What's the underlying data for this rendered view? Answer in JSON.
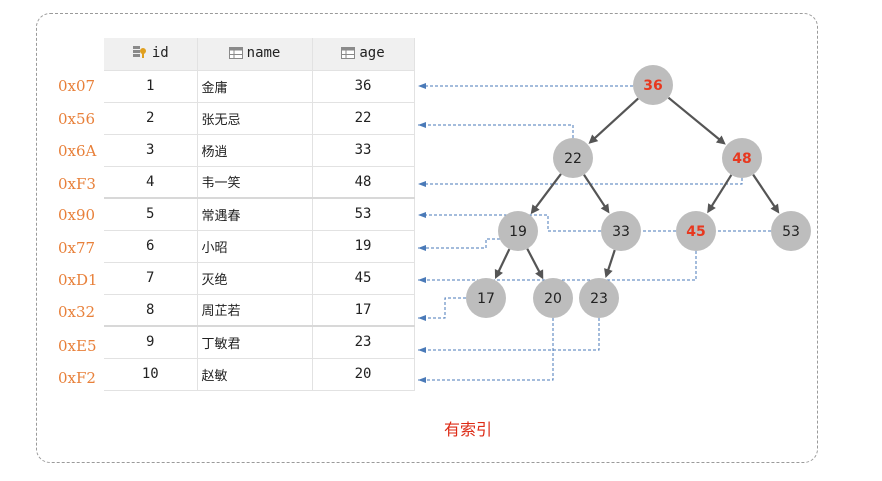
{
  "table": {
    "headers": {
      "id": "id",
      "name": "name",
      "age": "age"
    },
    "header_icons": {
      "id": "key-column-icon",
      "name": "column-icon",
      "age": "column-icon"
    },
    "rows": [
      {
        "addr": "0x07",
        "id": "1",
        "name": "金庸",
        "age": "36"
      },
      {
        "addr": "0x56",
        "id": "2",
        "name": "张无忌",
        "age": "22"
      },
      {
        "addr": "0x6A",
        "id": "3",
        "name": "杨逍",
        "age": "33"
      },
      {
        "addr": "0xF3",
        "id": "4",
        "name": "韦一笑",
        "age": "48"
      },
      {
        "addr": "0x90",
        "id": "5",
        "name": "常遇春",
        "age": "53"
      },
      {
        "addr": "0x77",
        "id": "6",
        "name": "小昭",
        "age": "19"
      },
      {
        "addr": "0xD1",
        "id": "7",
        "name": "灭绝",
        "age": "45"
      },
      {
        "addr": "0x32",
        "id": "8",
        "name": "周芷若",
        "age": "17"
      },
      {
        "addr": "0xE5",
        "id": "9",
        "name": "丁敏君",
        "age": "23"
      },
      {
        "addr": "0xF2",
        "id": "10",
        "name": "赵敏",
        "age": "20"
      }
    ]
  },
  "tree": {
    "nodes": [
      {
        "key": "36",
        "row": 1,
        "red": true
      },
      {
        "key": "22",
        "row": 2,
        "red": false
      },
      {
        "key": "48",
        "row": 4,
        "red": true
      },
      {
        "key": "19",
        "row": 6,
        "red": false
      },
      {
        "key": "33",
        "row": 3,
        "red": false
      },
      {
        "key": "45",
        "row": 7,
        "red": true
      },
      {
        "key": "53",
        "row": 5,
        "red": false
      },
      {
        "key": "17",
        "row": 8,
        "red": false
      },
      {
        "key": "20",
        "row": 10,
        "red": false
      },
      {
        "key": "23",
        "row": 9,
        "red": false
      }
    ],
    "edges": [
      [
        "36",
        "22"
      ],
      [
        "36",
        "48"
      ],
      [
        "22",
        "19"
      ],
      [
        "22",
        "33"
      ],
      [
        "48",
        "45"
      ],
      [
        "48",
        "53"
      ],
      [
        "19",
        "17"
      ],
      [
        "19",
        "20"
      ],
      [
        "33",
        "23"
      ]
    ]
  },
  "colors": {
    "address": "#e8803a",
    "node_fill": "#bdbdbd",
    "node_red_text": "#e8381f",
    "edge": "#555555",
    "pointer": "#4a7ab8",
    "caption": "#dd2b16"
  },
  "caption": "有索引"
}
